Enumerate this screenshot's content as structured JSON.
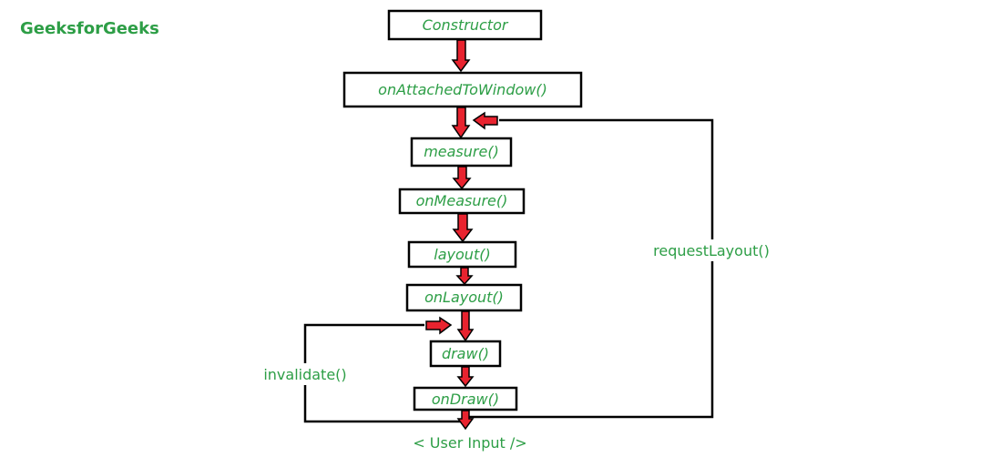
{
  "brand": "GeeksforGeeks",
  "nodes": [
    "Constructor",
    "onAttachedToWindow()",
    "measure()",
    "onMeasure()",
    "layout()",
    "onLayout()",
    "draw()",
    "onDraw()"
  ],
  "terminal": "< User Input />",
  "loops": {
    "request_layout": "requestLayout()",
    "invalidate": "invalidate()"
  },
  "colors": {
    "text": "#2d9e46",
    "arrow": "#e8232f",
    "outline": "#000000"
  }
}
